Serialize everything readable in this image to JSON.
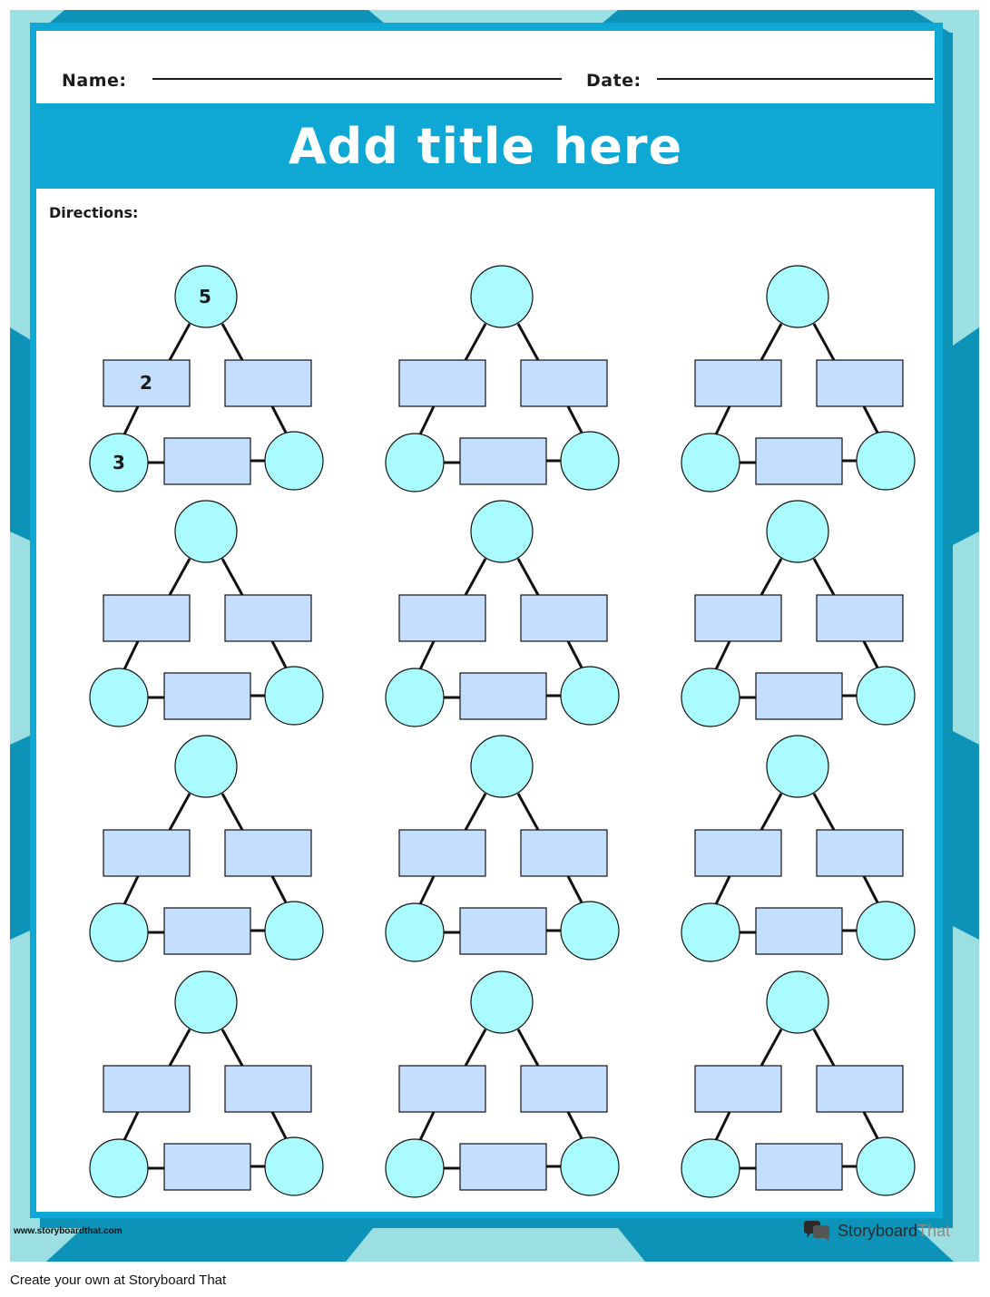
{
  "worksheet": {
    "name_label": "Name:",
    "date_label": "Date:",
    "title": "Add title here",
    "directions_label": "Directions:",
    "website": "www.storyboardthat.com",
    "brand_name_dark": "Storyboard",
    "brand_name_light": "That",
    "footer_caption": "Create your own at Storyboard That"
  },
  "colors": {
    "frame_dark": "#0e93b8",
    "frame_light": "#9cdfe3",
    "title_bar": "#0fa8d4",
    "circle_fill": "#a9fbfd",
    "rect_fill": "#c3defe",
    "outline": "#111111"
  },
  "number_bonds": [
    {
      "top": "5",
      "left_box": "2",
      "right_box": "",
      "bottom_left": "3",
      "bottom_box": "",
      "bottom_right": ""
    },
    {
      "top": "",
      "left_box": "",
      "right_box": "",
      "bottom_left": "",
      "bottom_box": "",
      "bottom_right": ""
    },
    {
      "top": "",
      "left_box": "",
      "right_box": "",
      "bottom_left": "",
      "bottom_box": "",
      "bottom_right": ""
    },
    {
      "top": "",
      "left_box": "",
      "right_box": "",
      "bottom_left": "",
      "bottom_box": "",
      "bottom_right": ""
    },
    {
      "top": "",
      "left_box": "",
      "right_box": "",
      "bottom_left": "",
      "bottom_box": "",
      "bottom_right": ""
    },
    {
      "top": "",
      "left_box": "",
      "right_box": "",
      "bottom_left": "",
      "bottom_box": "",
      "bottom_right": ""
    },
    {
      "top": "",
      "left_box": "",
      "right_box": "",
      "bottom_left": "",
      "bottom_box": "",
      "bottom_right": ""
    },
    {
      "top": "",
      "left_box": "",
      "right_box": "",
      "bottom_left": "",
      "bottom_box": "",
      "bottom_right": ""
    },
    {
      "top": "",
      "left_box": "",
      "right_box": "",
      "bottom_left": "",
      "bottom_box": "",
      "bottom_right": ""
    },
    {
      "top": "",
      "left_box": "",
      "right_box": "",
      "bottom_left": "",
      "bottom_box": "",
      "bottom_right": ""
    },
    {
      "top": "",
      "left_box": "",
      "right_box": "",
      "bottom_left": "",
      "bottom_box": "",
      "bottom_right": ""
    },
    {
      "top": "",
      "left_box": "",
      "right_box": "",
      "bottom_left": "",
      "bottom_box": "",
      "bottom_right": ""
    }
  ]
}
